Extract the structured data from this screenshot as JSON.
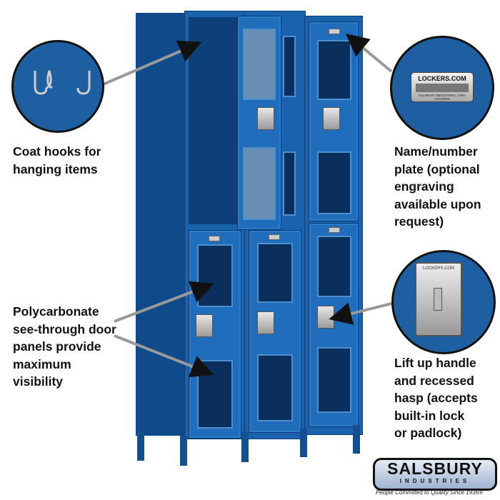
{
  "callouts": {
    "coat_hooks": [
      "Coat hooks for",
      "hanging items"
    ],
    "name_plate": [
      "Name/number",
      "plate (optional",
      "engraving",
      "available upon",
      "request)"
    ],
    "polycarbonate": [
      "Polycarbonate",
      "see-through door",
      "panels provide",
      "maximum",
      "visibility"
    ],
    "handle": [
      "Lift up handle",
      "and recessed",
      "hasp (accepts",
      "built-in lock",
      "or padlock)"
    ]
  },
  "nameplate": {
    "title": "LOCKERS.COM",
    "footer": "SALSBURY INDUSTRIES   1-800-LOCKERS"
  },
  "handle_plate_text": "LOCKERS.COM",
  "logo": {
    "brand": "SALSBURY",
    "sub": "INDUSTRIES",
    "tagline": "People Committed to Quality Since 1936®"
  },
  "colors": {
    "locker_blue": "#1a62ad",
    "circle_blue": "#1d5fa0"
  }
}
